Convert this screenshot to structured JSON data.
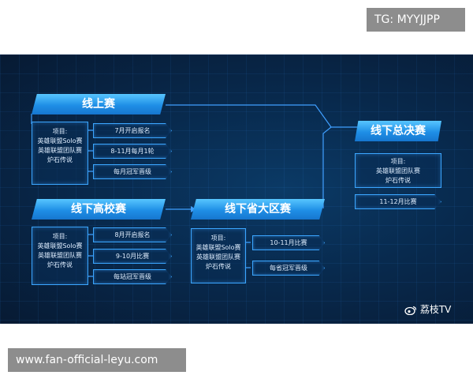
{
  "top_tag": "TG: MYYJJPP",
  "bottom_tag": "www.fan-official-leyu.com",
  "watermark": "荔枝TV",
  "stages": {
    "online": {
      "title": "线上赛",
      "info": [
        "项目:",
        "英雄联盟Solo赛",
        "英雄联盟团队赛",
        "炉石传说"
      ],
      "steps": [
        "7月开启报名",
        "8-11月每月1轮",
        "每月冠军晋级"
      ]
    },
    "campus": {
      "title": "线下高校赛",
      "info": [
        "项目:",
        "英雄联盟Solo赛",
        "英雄联盟团队赛",
        "炉石传说"
      ],
      "steps": [
        "8月开启报名",
        "9-10月比赛",
        "每站冠军晋级"
      ]
    },
    "regional": {
      "title": "线下省大区赛",
      "info": [
        "项目:",
        "英雄联盟Solo赛",
        "英雄联盟团队赛",
        "炉石传说"
      ],
      "steps": [
        "10-11月比赛",
        "每省冠军晋级"
      ]
    },
    "final": {
      "title": "线下总决赛",
      "info": [
        "项目:",
        "英雄联盟团队赛",
        "炉石传说"
      ],
      "steps": [
        "11-12月比赛"
      ]
    }
  }
}
